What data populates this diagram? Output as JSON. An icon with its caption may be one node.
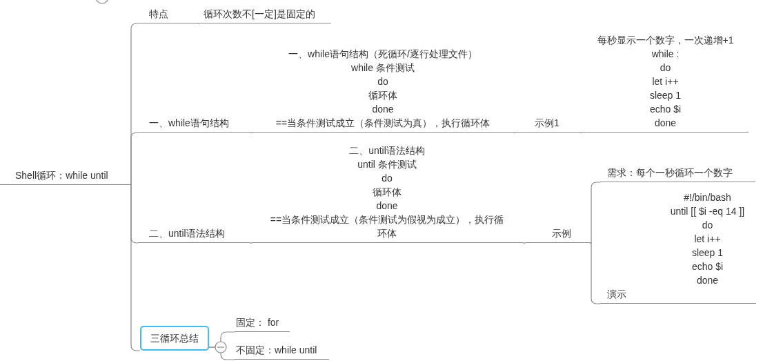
{
  "diagram": {
    "nodes": [
      {
        "text": [
          "Shell循环：while until"
        ]
      },
      {
        "text": [
          "特点"
        ]
      },
      {
        "text": [
          "循环次数不[一定]是固定的"
        ]
      },
      {
        "text": [
          "一、while语句结构"
        ]
      },
      {
        "text": [
          "一、while语句结构（死循环/逐行处理文件）",
          "while 条件测试",
          "do",
          "循环体",
          "done",
          "==当条件测试成立（条件测试为真），执行循环体"
        ]
      },
      {
        "text": [
          "示例1"
        ]
      },
      {
        "text": [
          "每秒显示一个数字，一次递增+1",
          "while :",
          "do",
          "let i++",
          "sleep 1",
          "echo $i",
          "done"
        ]
      },
      {
        "text": [
          "二、until语法结构"
        ]
      },
      {
        "text": [
          "二、until语法结构",
          "until 条件测试",
          "do",
          "循环体",
          "done",
          "==当条件测试成立（条件测试为假视为成立），执行循环体"
        ]
      },
      {
        "text": [
          "示例"
        ]
      },
      {
        "text": [
          "需求：每个一秒循环一个数字"
        ]
      },
      {
        "text": [
          "#!/bin/bash",
          "until  [[ $i -eq 14 ]]",
          "do",
          "let i++",
          "sleep 1",
          "echo $i",
          "done",
          "演示"
        ]
      },
      {
        "text": [
          "三循环总结"
        ]
      },
      {
        "text": [
          "固定： for"
        ]
      },
      {
        "text": [
          "不固定：while until"
        ]
      }
    ],
    "edges": [
      {
        "from": 0,
        "to": 1,
        "arrow": "none"
      },
      {
        "from": 1,
        "to": 2,
        "arrow": "none"
      },
      {
        "from": 0,
        "to": 3,
        "arrow": "none"
      },
      {
        "from": 3,
        "to": 4,
        "arrow": "none"
      },
      {
        "from": 4,
        "to": 5,
        "arrow": "none"
      },
      {
        "from": 5,
        "to": 6,
        "arrow": "none"
      },
      {
        "from": 0,
        "to": 7,
        "arrow": "none"
      },
      {
        "from": 7,
        "to": 8,
        "arrow": "none"
      },
      {
        "from": 8,
        "to": 9,
        "arrow": "none"
      },
      {
        "from": 9,
        "to": 10,
        "arrow": "none"
      },
      {
        "from": 9,
        "to": 11,
        "arrow": "none"
      },
      {
        "from": 0,
        "to": 12,
        "arrow": "none"
      },
      {
        "from": 12,
        "to": 13,
        "arrow": "none"
      },
      {
        "from": 12,
        "to": 14,
        "arrow": "none"
      }
    ]
  }
}
